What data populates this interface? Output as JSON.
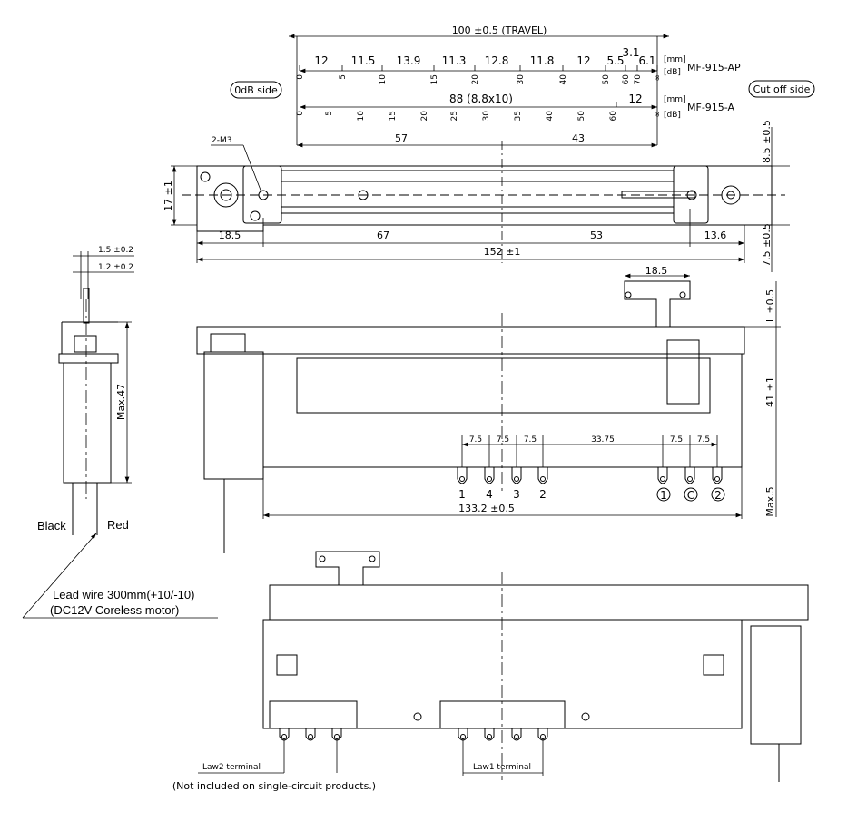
{
  "travel": {
    "label": "100 ±0.5 (TRAVEL)"
  },
  "scale_ap": {
    "model": "MF-915-AP",
    "mm_unit": "[mm]",
    "db_unit": "[dB]",
    "mm_segments": [
      "12",
      "11.5",
      "13.9",
      "11.3",
      "12.8",
      "11.8",
      "12",
      "5.5",
      "3.1",
      "6.1"
    ],
    "db_ticks": [
      "0",
      "5",
      "10",
      "15",
      "20",
      "30",
      "40",
      "50",
      "60",
      "70",
      "∞"
    ]
  },
  "scale_a": {
    "model": "MF-915-A",
    "mm_unit": "[mm]",
    "db_unit": "[dB]",
    "mm_segments": [
      "88 (8.8x10)",
      "12"
    ],
    "db_ticks": [
      "0",
      "5",
      "10",
      "15",
      "20",
      "25",
      "30",
      "35",
      "40",
      "50",
      "60",
      "∞"
    ]
  },
  "side_labels": {
    "left": "0dB side",
    "right": "Cut off side"
  },
  "top_view": {
    "dim_57": "57",
    "dim_43": "43",
    "screw": "2-M3",
    "height": "17 ±1",
    "dim_185": "18.5",
    "dim_67": "67",
    "dim_53": "53",
    "dim_136": "13.6",
    "total": "152 ±1",
    "right_top": "8.5 ±0.5",
    "right_bottom": "7.5 ±0.5"
  },
  "side_view": {
    "dim_15": "1.5 ±0.2",
    "dim_12": "1.2 ±0.2",
    "max47": "Max.47",
    "black": "Black",
    "red": "Red",
    "lead_wire": "Lead wire 300mm(+10/-10)",
    "motor": "(DC12V Coreless motor)"
  },
  "front_view": {
    "bracket": "18.5",
    "l_tol": "L ±0.5",
    "height": "41 ±1",
    "max5": "Max.5",
    "pitches": [
      "7.5",
      "7.5",
      "7.5",
      "33.75",
      "7.5",
      "7.5"
    ],
    "terminals": [
      "1",
      "4",
      "3",
      "2"
    ],
    "circled_terminals": [
      "1",
      "C",
      "2"
    ],
    "length": "133.2 ±0.5"
  },
  "bottom_view": {
    "law2": "Law2 terminal",
    "law1": "Law1 terminal",
    "note": "(Not included on single-circuit products.)"
  }
}
